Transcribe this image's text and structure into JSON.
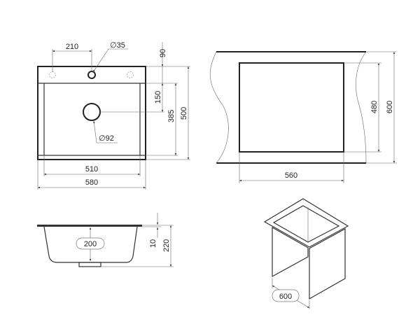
{
  "top_view": {
    "tap_spacing": "210",
    "tap_hole_dia": "∅35",
    "deck_depth": "90",
    "drain_offset": "150",
    "bowl_depth": "385",
    "overall_depth": "500",
    "drain_dia": "∅92",
    "bowl_width": "510",
    "overall_width": "580"
  },
  "cutout_view": {
    "cutout_width": "560",
    "cutout_depth": "480",
    "countertop_depth": "600"
  },
  "side_view": {
    "bowl_height": "200",
    "rim_thickness": "10",
    "overall_height": "220"
  },
  "cabinet_view": {
    "cabinet_width": "600"
  }
}
